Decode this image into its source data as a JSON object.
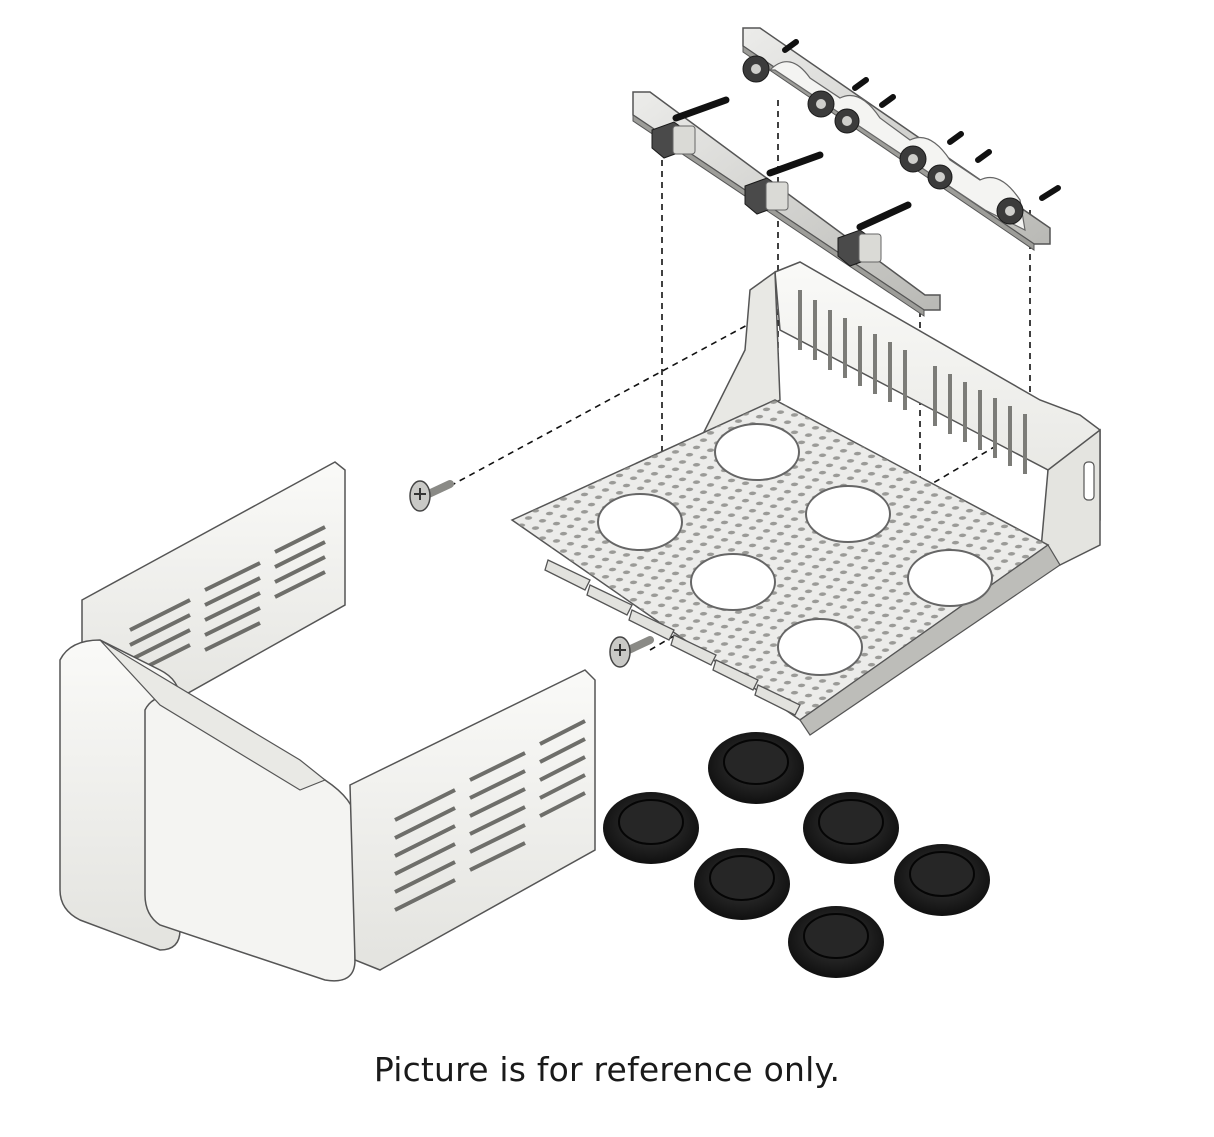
{
  "caption": "Picture is for reference only.",
  "colors": {
    "background": "#ffffff",
    "plastic": "#f1f1ef",
    "plastic_shade": "#d6d6d2",
    "outline": "#5a5a5a",
    "metal": "#d9d9d6",
    "metal_dark": "#9a9a96",
    "rubber": "#161616",
    "leader_line": "#111111"
  },
  "parts": {
    "front_cover": "front-cover",
    "mounting_tray": "mounting-tray",
    "terminal_plate_front": "terminal-plate-front",
    "terminal_plate_rear": "terminal-plate-rear",
    "screw_count": 2,
    "grommet_count": 6
  }
}
